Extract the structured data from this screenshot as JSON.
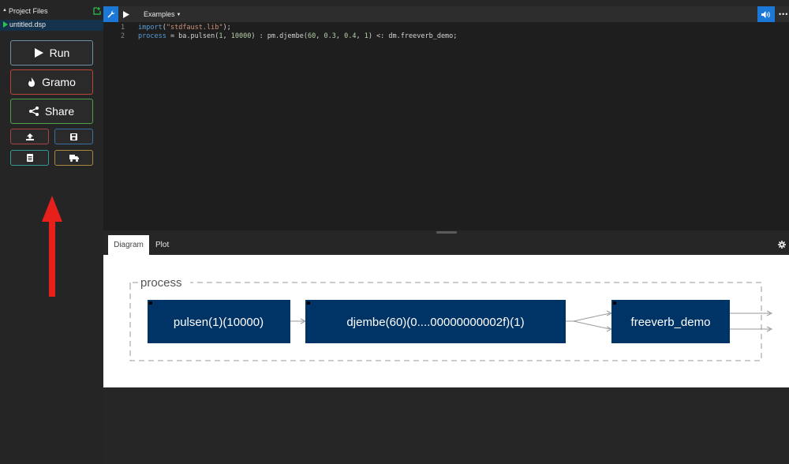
{
  "sidebar": {
    "header_label": "Project Files",
    "file_name": "untitled.dsp",
    "buttons": {
      "run": "Run",
      "gramo": "Gramo",
      "share": "Share"
    }
  },
  "toolbar": {
    "examples_label": "Examples",
    "more_label": "•••"
  },
  "editor": {
    "lines": [
      {
        "number": "1",
        "text": "import(\"stdfaust.lib\");"
      },
      {
        "number": "2",
        "text": "process = ba.pulsen(1, 10000) : pm.djembe(60, 0.3, 0.4, 1) <: dm.freeverb_demo;"
      }
    ]
  },
  "panel": {
    "tabs": [
      "Diagram",
      "Plot"
    ]
  },
  "diagram": {
    "group_label": "process",
    "blocks": [
      "pulsen(1)(10000)",
      "djembe(60)(0....00000000002f)(1)",
      "freeverb_demo"
    ]
  },
  "colors": {
    "accent": "#1b78d6",
    "block": "#003366",
    "run_border": "#6f8fa3",
    "gramo_border": "#b94338",
    "share_border": "#4ea04c",
    "annotation_arrow": "#e8201c"
  },
  "icons": {
    "sidebar": [
      "new-file-icon",
      "play-icon",
      "fire-icon",
      "share-icon",
      "upload-icon",
      "save-icon",
      "document-icon",
      "truck-icon"
    ],
    "toolbar": [
      "wrench-icon",
      "play-icon",
      "volume-icon",
      "more-icon"
    ],
    "panel": [
      "gear-icon"
    ]
  }
}
